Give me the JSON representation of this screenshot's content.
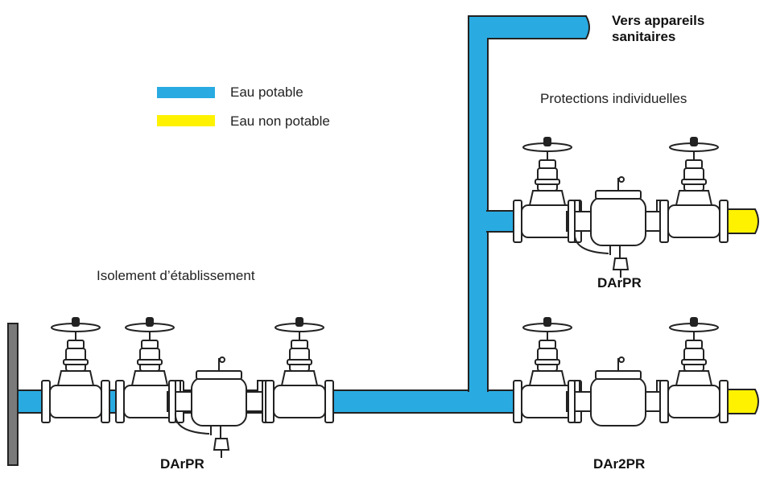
{
  "legend": {
    "items": [
      {
        "label": "Eau potable",
        "color": "#29ABE2"
      },
      {
        "label": "Eau non potable",
        "color": "#FFF200"
      }
    ]
  },
  "labels": {
    "destination": "Vers appareils\nsanitaires",
    "protections": "Protections individuelles",
    "isolement": "Isolement d’établissement",
    "darpr_top": "DArPR",
    "darpr_bottom": "DArPR",
    "dar2pr": "DAr2PR"
  },
  "colors": {
    "potable": "#29ABE2",
    "non_potable": "#FFF200",
    "wall": "#7a7a7a",
    "line": "#222222"
  }
}
